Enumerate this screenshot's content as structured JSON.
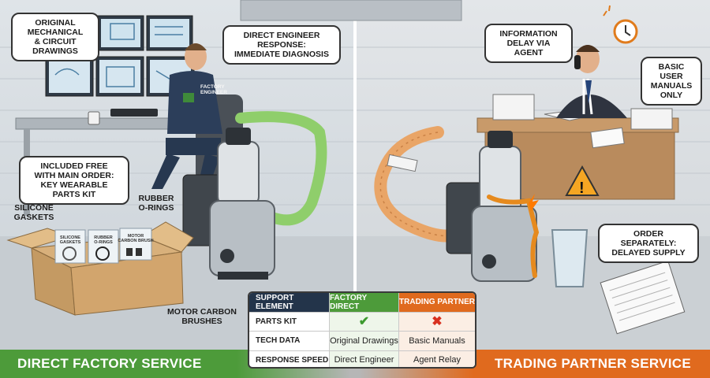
{
  "left_panel": {
    "footer": "DIRECT FACTORY SERVICE",
    "callouts": {
      "drawings": "ORIGINAL MECHANICAL\n& CIRCUIT DRAWINGS",
      "response": "DIRECT ENGINEER RESPONSE:\nIMMEDIATE DIAGNOSIS",
      "kit": "INCLUDED FREE\nWITH MAIN ORDER:\nKEY WEARABLE PARTS KIT"
    },
    "labels": {
      "rubber": "RUBBER\nO-RINGS",
      "silicone": "SILICONE\nGASKETS",
      "brushes": "MOTOR CARBON\nBRUSHES"
    },
    "engineer_patch": "FACTORY\nENGINEER",
    "bag_labels": [
      "SILICONE\nGASKETS",
      "RUBBER\nO-RINGS",
      "MOTOR\nCARBON BRUSH"
    ]
  },
  "right_panel": {
    "footer": "TRADING PARTNER SERVICE",
    "callouts": {
      "delay": "INFORMATION\nDELAY VIA AGENT",
      "manuals": "BASIC USER\nMANUALS\nONLY",
      "order": "ORDER SEPARATELY:\nDELAYED SUPPLY"
    }
  },
  "comparison_table": {
    "headers": [
      "SUPPORT ELEMENT",
      "FACTORY DIRECT",
      "TRADING PARTNER"
    ],
    "rows": [
      {
        "label": "PARTS KIT",
        "factory": "✔",
        "partner": "✖"
      },
      {
        "label": "TECH DATA",
        "factory": "Original Drawings",
        "partner": "Basic Manuals"
      },
      {
        "label": "RESPONSE SPEED",
        "factory": "Direct Engineer",
        "partner": "Agent Relay"
      }
    ]
  },
  "colors": {
    "factory_green": "#4d9b3a",
    "partner_orange": "#e06a1e",
    "table_header_navy": "#23344a"
  }
}
